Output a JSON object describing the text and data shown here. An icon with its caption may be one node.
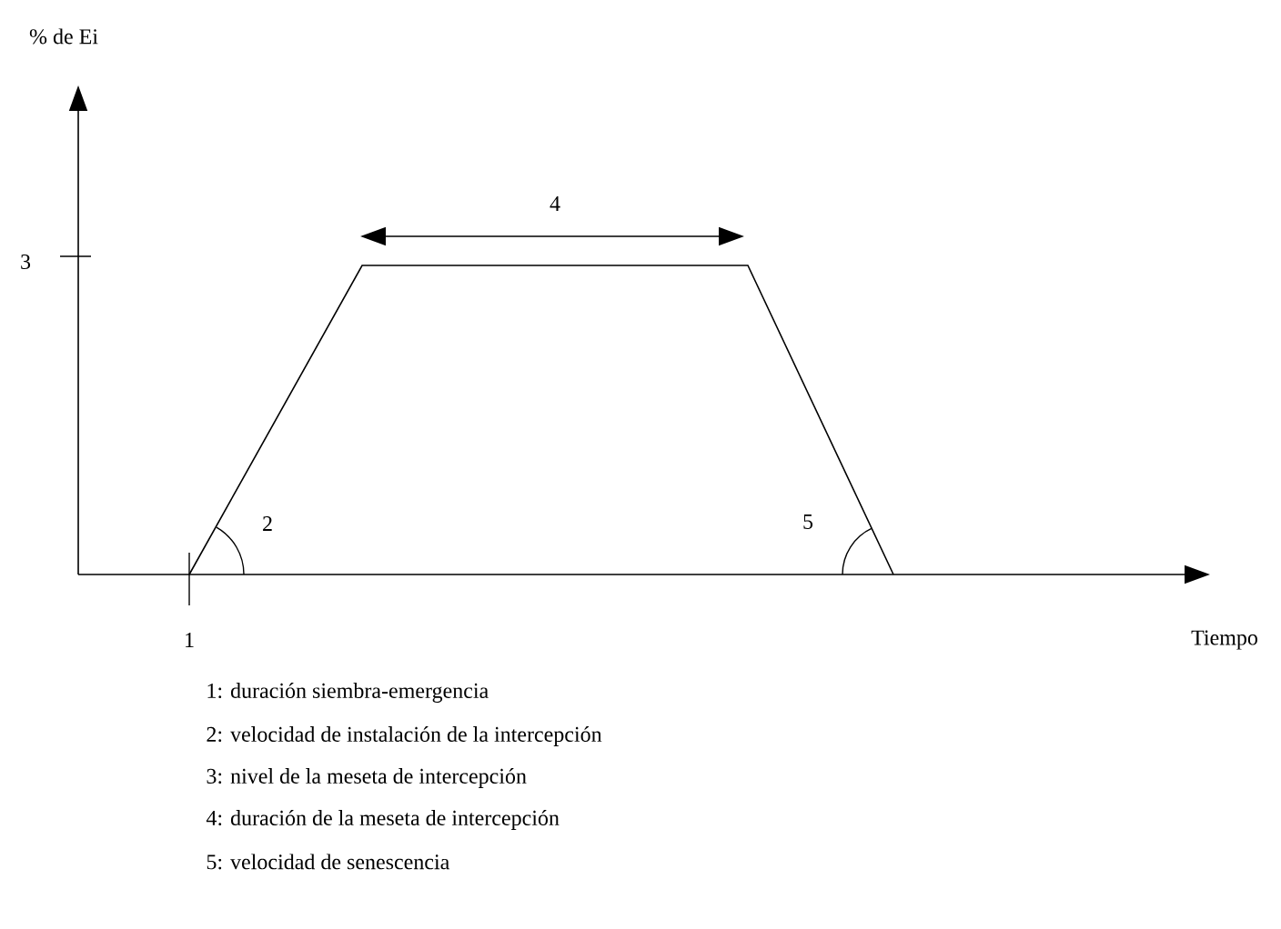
{
  "diagram": {
    "labels": [
      "% de Ei",
      "3",
      "4",
      "2",
      "5",
      "1",
      "Tiempo",
      "1: duración siembra-emergencia",
      "2: velocidad de instalación de la intercepción",
      "3: nivel de la meseta de intercepción",
      "4: duración de la meseta de intercepción",
      "5: velocidad de senescencia"
    ]
  }
}
